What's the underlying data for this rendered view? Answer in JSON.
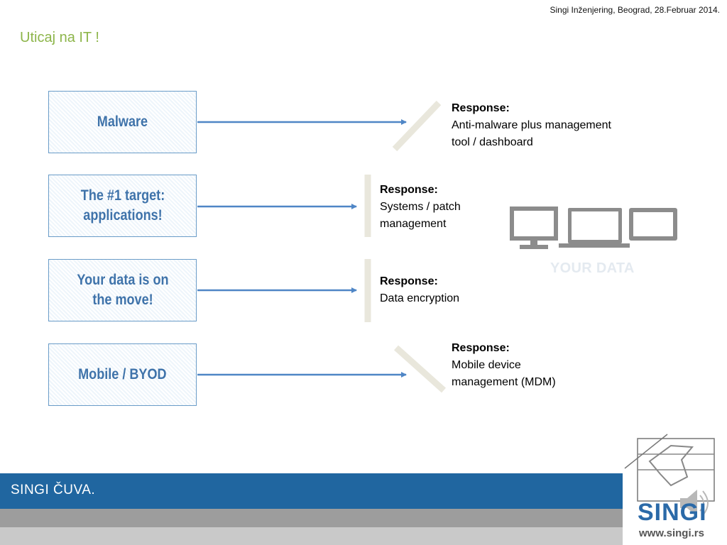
{
  "header": {
    "note": "Singi Inženjering, Beograd, 28.Februar 2014."
  },
  "slide": {
    "title": "Uticaj na IT  !"
  },
  "threats": [
    {
      "label": "Malware"
    },
    {
      "label": "The #1 target: applications!"
    },
    {
      "label": "Your data is on the move!"
    },
    {
      "label": "Mobile / BYOD"
    }
  ],
  "responses": [
    {
      "label": "Response:",
      "text": "Anti-malware plus management tool / dashboard"
    },
    {
      "label": "Response:",
      "text": "Systems / patch management"
    },
    {
      "label": "Response:",
      "text": "Data encryption"
    },
    {
      "label": "Response:",
      "text": "Mobile device management (MDM)"
    }
  ],
  "devices": {
    "caption": "YOUR DATA"
  },
  "footer": {
    "slogan": "SINGI ČUVA."
  },
  "logo": {
    "name": "SINGI",
    "url": "www.singi.rs"
  },
  "colors": {
    "accent": "#2066a0",
    "title": "#8db54a",
    "box_text": "#3f73aa",
    "arrow": "#4f86c6"
  },
  "icons": [
    "monitor-icon",
    "laptop-icon",
    "tablet-icon",
    "speaker-icon",
    "singi-logo-icon"
  ]
}
